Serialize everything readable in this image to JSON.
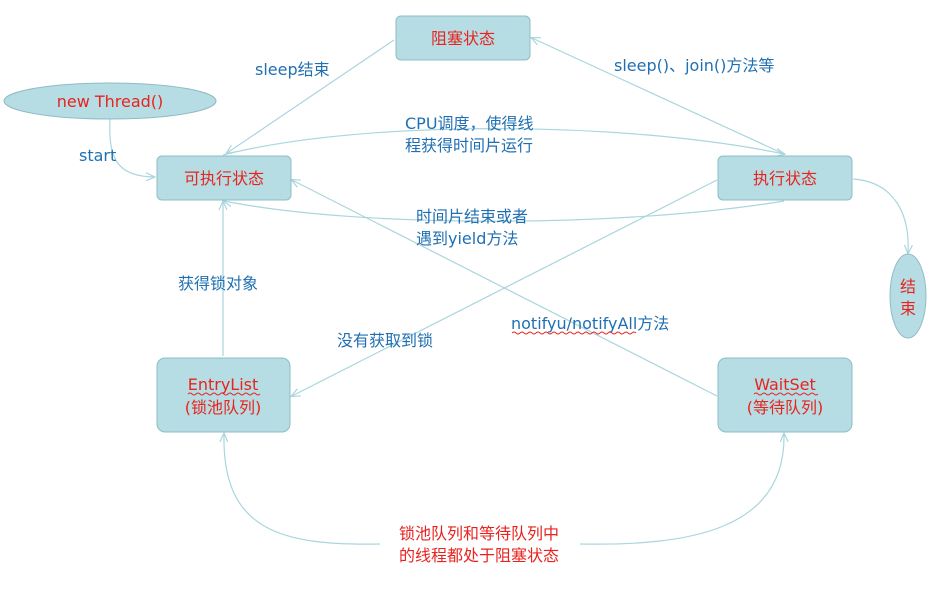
{
  "states": {
    "new_thread": "new Thread()",
    "runnable": "可执行状态",
    "running": "执行状态",
    "blocked": "阻塞状态",
    "end_line1": "结",
    "end_line2": "束",
    "entrylist_line1": "EntryList",
    "entrylist_line2": "(锁池队列)",
    "waitset_line1": "WaitSet",
    "waitset_line2": "(等待队列)"
  },
  "transitions": {
    "start": "start",
    "sleep_end": "sleep结束",
    "sleep_join": "sleep()、join()方法等",
    "cpu_schedule_line1": "CPU调度，使得线",
    "cpu_schedule_line2": "程获得时间片运行",
    "timeslice_end_line1": "时间片结束或者",
    "timeslice_end_line2": "遇到yield方法",
    "get_lock": "获得锁对象",
    "no_lock": "没有获取到锁",
    "notify": "notifyu/notifyAll方法"
  },
  "note": {
    "line1": "锁池队列和等待队列中",
    "line2": "的线程都处于阻塞状态"
  }
}
